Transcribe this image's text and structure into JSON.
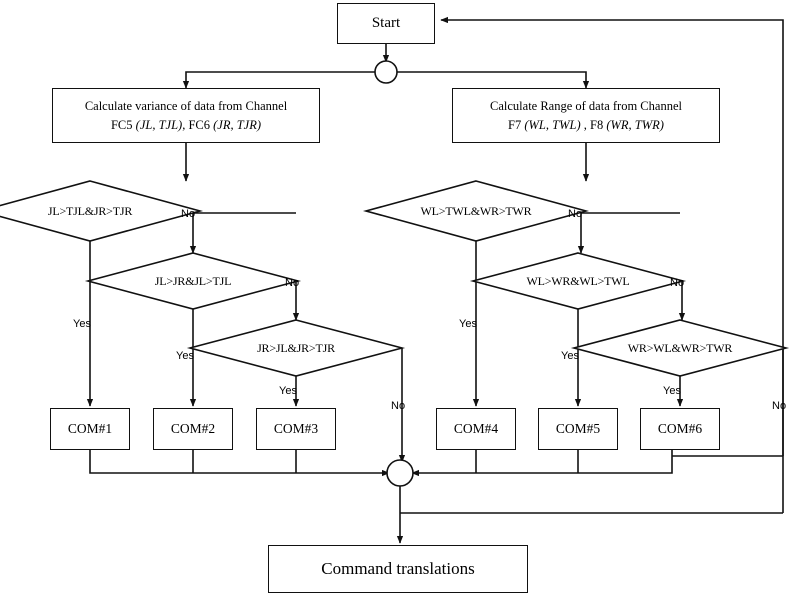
{
  "diagram": {
    "title": "Command classification flowchart",
    "stroke_color": "#111111",
    "background": "#ffffff"
  },
  "nodes": {
    "start": {
      "label": "Start"
    },
    "proc_left": {
      "line1": "Calculate variance of data from Channel",
      "line2_a": "FC5 ",
      "line2_b": "(JL, TJL)",
      "line2_c": ", FC6 ",
      "line2_d": "(JR, TJR)"
    },
    "proc_right": {
      "line1": "Calculate Range of data from Channel",
      "line2_a": "F7 ",
      "line2_b": "(WL, TWL)",
      "line2_c": " , F8 ",
      "line2_d": "(WR, TWR)"
    },
    "decisions": [
      {
        "id": "d1",
        "label": "JL>TJL&JR>TJR"
      },
      {
        "id": "d2",
        "label": "JL>JR&JL>TJL"
      },
      {
        "id": "d3",
        "label": "JR>JL&JR>TJR"
      },
      {
        "id": "d4",
        "label": "WL>TWL&WR>TWR"
      },
      {
        "id": "d5",
        "label": "WL>WR&WL>TWL"
      },
      {
        "id": "d6",
        "label": "WR>WL&WR>TWR"
      }
    ],
    "commands": [
      {
        "id": "c1",
        "label": "COM#1"
      },
      {
        "id": "c2",
        "label": "COM#2"
      },
      {
        "id": "c3",
        "label": "COM#3"
      },
      {
        "id": "c4",
        "label": "COM#4"
      },
      {
        "id": "c5",
        "label": "COM#5"
      },
      {
        "id": "c6",
        "label": "COM#6"
      }
    ],
    "output": {
      "label": "Command translations"
    }
  },
  "edge_labels": {
    "no_1": "No",
    "no_2": "No",
    "no_3": "No",
    "no_4": "No",
    "no_5": "No",
    "no_6": "No",
    "yes_1": "Yes",
    "yes_2": "Yes",
    "yes_3": "Yes",
    "yes_4": "Yes",
    "yes_5": "Yes",
    "yes_6": "Yes"
  }
}
